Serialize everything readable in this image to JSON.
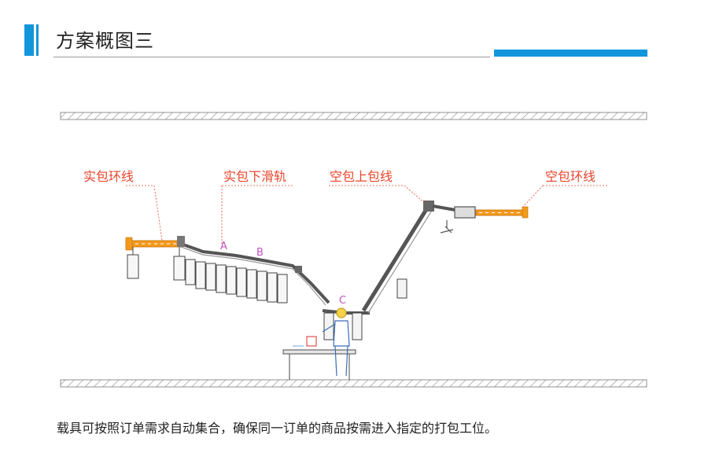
{
  "header": {
    "title": "方案概图三"
  },
  "labels": {
    "full_loop": "实包环线",
    "full_down_rail": "实包下滑轨",
    "empty_up_line": "空包上包线",
    "empty_loop": "空包环线",
    "point_a": "A",
    "point_b": "B",
    "point_c": "C"
  },
  "colors": {
    "accent": "#1296db",
    "callout_text": "#e8452c",
    "loop_orange": "#f39a1e",
    "point_label": "#c052c0"
  },
  "caption": "载具可按照订单需求自动集合，确保同一订单的商品按需进入指定的打包工位。"
}
